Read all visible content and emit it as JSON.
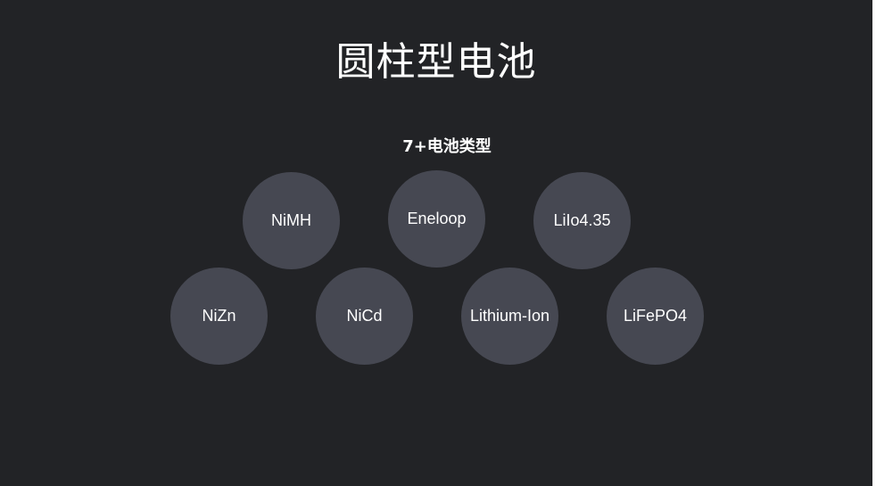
{
  "slide": {
    "title": "圆柱型电池",
    "subtitle": "7+电池类型",
    "background_color": "#222326",
    "bubble_color": "#464852",
    "text_color": "#ffffff"
  },
  "battery_types": [
    {
      "label": "NiMH"
    },
    {
      "label": "Eneloop"
    },
    {
      "label": "LiIo4.35"
    },
    {
      "label": "NiZn"
    },
    {
      "label": "NiCd"
    },
    {
      "label": "Lithium-Ion"
    },
    {
      "label": "LiFePO4"
    }
  ]
}
